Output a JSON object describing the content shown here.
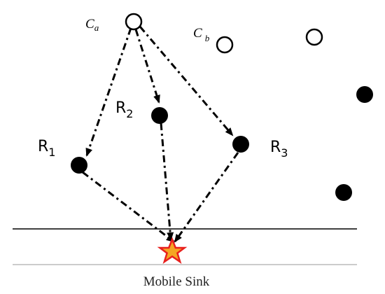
{
  "nodes": {
    "ca": {
      "label": "C",
      "sub": "a",
      "kind": "cluster-head"
    },
    "cb": {
      "label": "C",
      "sub": "b",
      "kind": "cluster-head"
    },
    "r1": {
      "label": "R",
      "sub": "1",
      "kind": "relay"
    },
    "r2": {
      "label": "R",
      "sub": "2",
      "kind": "relay"
    },
    "r3": {
      "label": "R",
      "sub": "3",
      "kind": "relay"
    }
  },
  "sink": {
    "label": "Mobile Sink",
    "icon": "star-icon"
  },
  "colors": {
    "line": "#000000",
    "open_node_fill": "#ffffff",
    "relay_fill": "#000000",
    "star_fill": "#f5a623",
    "star_stroke": "#e8201e",
    "track_bottom": "#999999"
  }
}
